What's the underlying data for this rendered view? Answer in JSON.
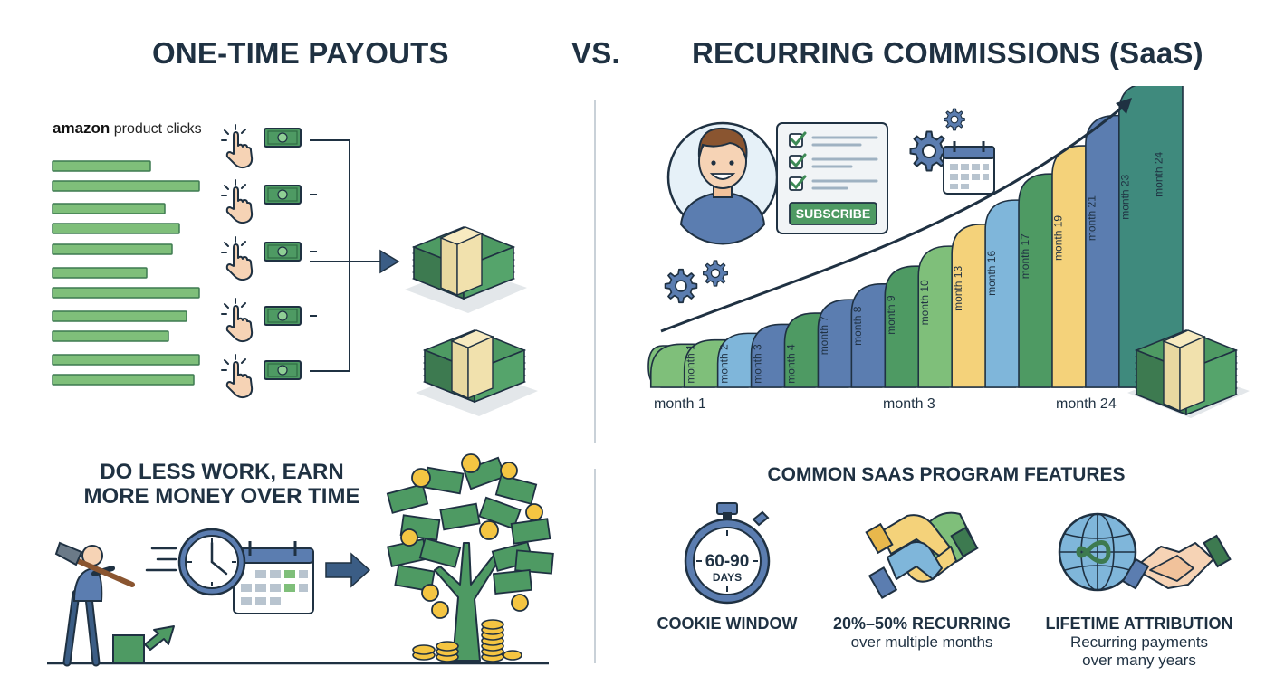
{
  "header": {
    "left_title": "ONE-TIME PAYOUTS",
    "vs": "VS.",
    "right_title": "RECURRING COMMISSIONS (SaaS)"
  },
  "one_time": {
    "brand": "amazon",
    "brand_suffix": "product clicks"
  },
  "subscription_card": {
    "button_label": "SUBSCRIBE"
  },
  "growth_chart": {
    "stage_labels": [
      "month 1",
      "month 2",
      "month 3",
      "month 4",
      "month 7",
      "month 8",
      "month 9",
      "month 10",
      "month 13",
      "month 16",
      "month 17",
      "month 19",
      "month 21",
      "month 23",
      "month 24"
    ],
    "axis_labels": [
      "month 1",
      "month 3",
      "month 24"
    ]
  },
  "less_work": {
    "line1": "DO LESS WORK, EARN",
    "line2": "MORE MONEY OVER TIME"
  },
  "features": {
    "heading": "COMMON SAAS PROGRAM FEATURES",
    "items": [
      {
        "icon": "stopwatch-icon",
        "icon_text_1": "60-90",
        "icon_text_2": "DAYS",
        "title": "COOKIE WINDOW",
        "subtitle": ""
      },
      {
        "icon": "handshake-hands-icon",
        "title": "20%–50% RECURRING",
        "subtitle": "over multiple months"
      },
      {
        "icon": "globe-handshake-icon",
        "title": "LIFETIME ATTRIBUTION",
        "subtitle_1": "Recurring payments",
        "subtitle_2": "over many years"
      }
    ]
  },
  "colors": {
    "navy": "#1f3142",
    "green": "#7fbf7a",
    "dark_green": "#3d7a50",
    "money_green": "#4e9a63",
    "blue": "#5b7db0",
    "light_blue": "#7fb6da",
    "yellow": "#f4d27a",
    "teal": "#3f8a7d"
  }
}
